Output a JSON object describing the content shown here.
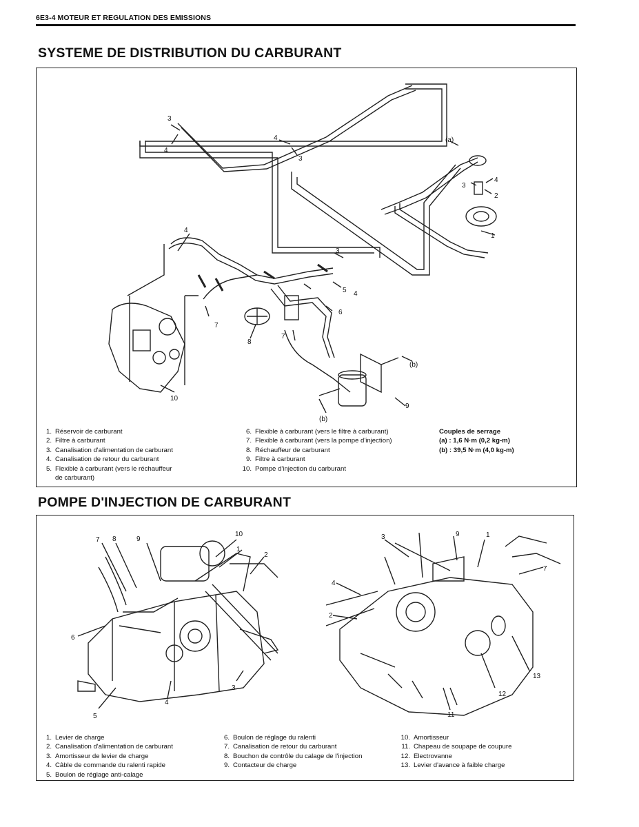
{
  "header": {
    "text": "6E3-4  MOTEUR ET REGULATION DES EMISSIONS"
  },
  "section1": {
    "title": "SYSTEME DE DISTRIBUTION DU CARBURANT",
    "callouts": [
      "3",
      "4",
      "4",
      "3",
      "(a)",
      "3",
      "4",
      "2",
      "1",
      "4",
      "3",
      "5",
      "4",
      "6",
      "7",
      "7",
      "8",
      "10",
      "(b)",
      "9",
      "(b)"
    ],
    "legend_col1": [
      {
        "num": "1.",
        "text": "Réservoir de carburant"
      },
      {
        "num": "2.",
        "text": "Filtre à carburant"
      },
      {
        "num": "3.",
        "text": "Canalisation d'alimentation de carburant"
      },
      {
        "num": "4.",
        "text": "Canalisation de retour du carburant"
      },
      {
        "num": "5.",
        "text": "Flexible à carburant (vers le réchauffeur"
      }
    ],
    "legend_col1_cont": "de carburant)",
    "legend_col2": [
      {
        "num": "6.",
        "text": "Flexible à carburant (vers le filtre à carburant)"
      },
      {
        "num": "7.",
        "text": "Flexible à carburant (vers la pompe d'injection)"
      },
      {
        "num": "8.",
        "text": "Réchauffeur de carburant"
      },
      {
        "num": "9.",
        "text": "Filtre à carburant"
      },
      {
        "num": "10.",
        "text": "Pompe d'injection du carburant"
      }
    ],
    "torque": {
      "title": "Couples de serrage",
      "a": "(a) : 1,6 N·m (0,2 kg-m)",
      "b": "(b) : 39,5 N·m (4,0 kg-m)"
    }
  },
  "section2": {
    "title": "POMPE D'INJECTION DE CARBURANT",
    "callouts_left": [
      "7",
      "8",
      "9",
      "10",
      "1",
      "2",
      "6",
      "5",
      "4",
      "3"
    ],
    "callouts_right": [
      "3",
      "9",
      "1",
      "7",
      "4",
      "2",
      "13",
      "12",
      "11"
    ],
    "legend_col1": [
      {
        "num": "1.",
        "text": "Levier de charge"
      },
      {
        "num": "2.",
        "text": "Canalisation d'alimentation de carburant"
      },
      {
        "num": "3.",
        "text": "Amortisseur de levier de charge"
      },
      {
        "num": "4.",
        "text": "Câble de commande du ralenti rapide"
      },
      {
        "num": "5.",
        "text": "Boulon de réglage anti-calage"
      }
    ],
    "legend_col2": [
      {
        "num": "6.",
        "text": "Boulon de réglage du ralenti"
      },
      {
        "num": "7.",
        "text": "Canalisation de retour du carburant"
      },
      {
        "num": "8.",
        "text": "Bouchon de contrôle du calage de l'injection"
      },
      {
        "num": "9.",
        "text": "Contacteur de charge"
      }
    ],
    "legend_col3": [
      {
        "num": "10.",
        "text": "Amortisseur"
      },
      {
        "num": "11.",
        "text": "Chapeau de soupape de coupure"
      },
      {
        "num": "12.",
        "text": "Electrovanne"
      },
      {
        "num": "13.",
        "text": "Levier d'avance à faible charge"
      }
    ]
  }
}
